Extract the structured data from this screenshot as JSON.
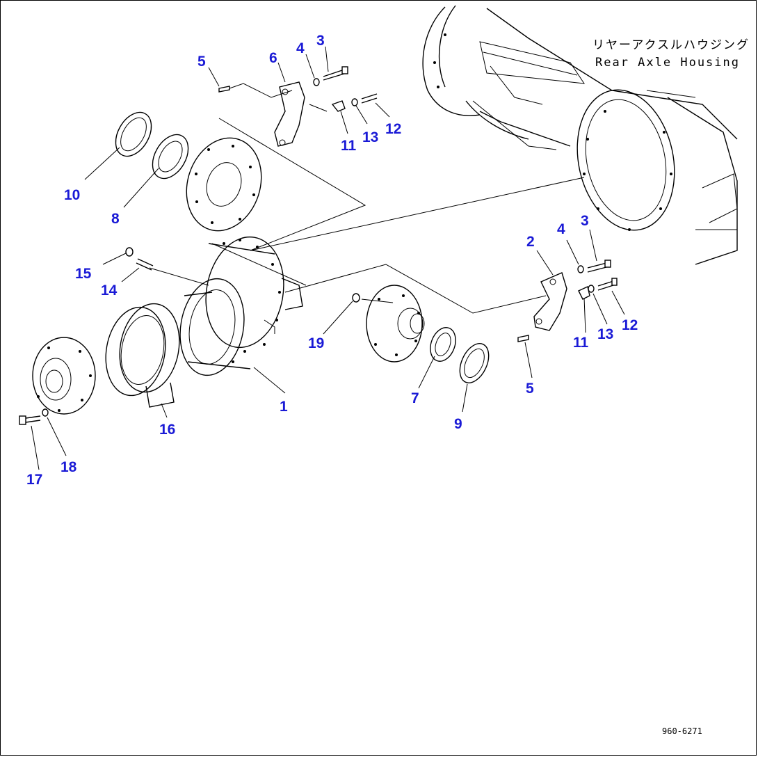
{
  "housing_label": {
    "jp": "リヤーアクスルハウジング",
    "en": "Rear Axle Housing"
  },
  "drawing_number": "960-6271",
  "callouts": {
    "c1": "1",
    "c2": "2",
    "c3a": "3",
    "c3b": "3",
    "c4a": "4",
    "c4b": "4",
    "c5a": "5",
    "c5b": "5",
    "c6": "6",
    "c7": "7",
    "c8": "8",
    "c9": "9",
    "c10": "10",
    "c11a": "11",
    "c11b": "11",
    "c12a": "12",
    "c12b": "12",
    "c13a": "13",
    "c13b": "13",
    "c14": "14",
    "c15": "15",
    "c16": "16",
    "c17": "17",
    "c18": "18",
    "c19": "19"
  },
  "colors": {
    "callout": "#1a1ad6",
    "line": "#000000",
    "background": "#ffffff"
  }
}
